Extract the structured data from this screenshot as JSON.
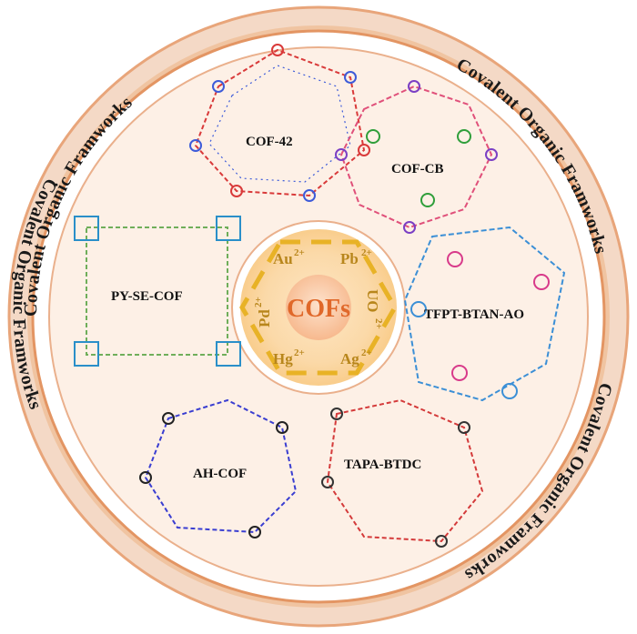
{
  "ring_labels": [
    "",
    "Covalent Organic Framworks",
    "Covalent Organic Framworks",
    "Covalent Organic Framworks",
    "Covalent Organic Framworks"
  ],
  "center": {
    "label": "COFs"
  },
  "ions": [
    {
      "symbol": "Au",
      "charge": "2+"
    },
    {
      "symbol": "Pb",
      "charge": "2+"
    },
    {
      "symbol": "UO",
      "charge": "2+"
    },
    {
      "symbol": "Ag",
      "charge": "2+"
    },
    {
      "symbol": "Hg",
      "charge": "2+"
    },
    {
      "symbol": "Pd",
      "charge": "2+"
    }
  ],
  "frameworks": [
    {
      "name": "COF-42"
    },
    {
      "name": "COF-CB"
    },
    {
      "name": "PY-SE-COF"
    },
    {
      "name": "TFPT-BTAN-AO"
    },
    {
      "name": "AH-COF"
    },
    {
      "name": "TAPA-BTDC"
    }
  ],
  "colors": {
    "ring_band": "#f0c4a1",
    "ring_edge": "#e39563",
    "core": "#fbd9a8",
    "hexagon_dash": "#e8b226",
    "center_text": "#e0682a",
    "ion_text": "#b8861b"
  }
}
